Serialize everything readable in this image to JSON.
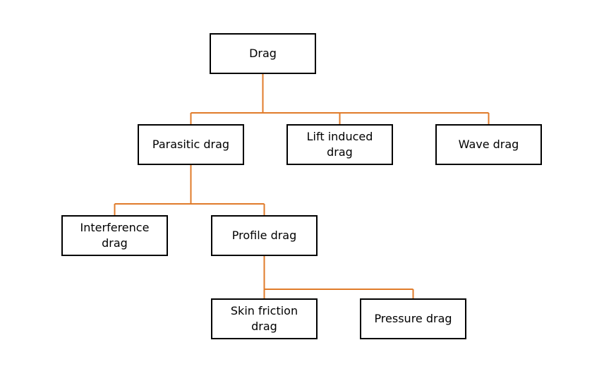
{
  "diagram": {
    "connector_color": "#e07b2a",
    "box_border_color": "#000000",
    "nodes": {
      "drag": {
        "label": "Drag"
      },
      "parasitic_drag": {
        "label": "Parasitic drag"
      },
      "lift_induced_drag": {
        "label": "Lift  induced drag"
      },
      "wave_drag": {
        "label": "Wave drag"
      },
      "interference_drag": {
        "label": "Interference drag"
      },
      "profile_drag": {
        "label": "Profile drag"
      },
      "skin_friction_drag": {
        "label": "Skin friction drag"
      },
      "pressure_drag": {
        "label": "Pressure drag"
      }
    },
    "edges": [
      [
        "drag",
        "parasitic_drag"
      ],
      [
        "drag",
        "lift_induced_drag"
      ],
      [
        "drag",
        "wave_drag"
      ],
      [
        "parasitic_drag",
        "interference_drag"
      ],
      [
        "parasitic_drag",
        "profile_drag"
      ],
      [
        "profile_drag",
        "skin_friction_drag"
      ],
      [
        "profile_drag",
        "pressure_drag"
      ]
    ]
  }
}
